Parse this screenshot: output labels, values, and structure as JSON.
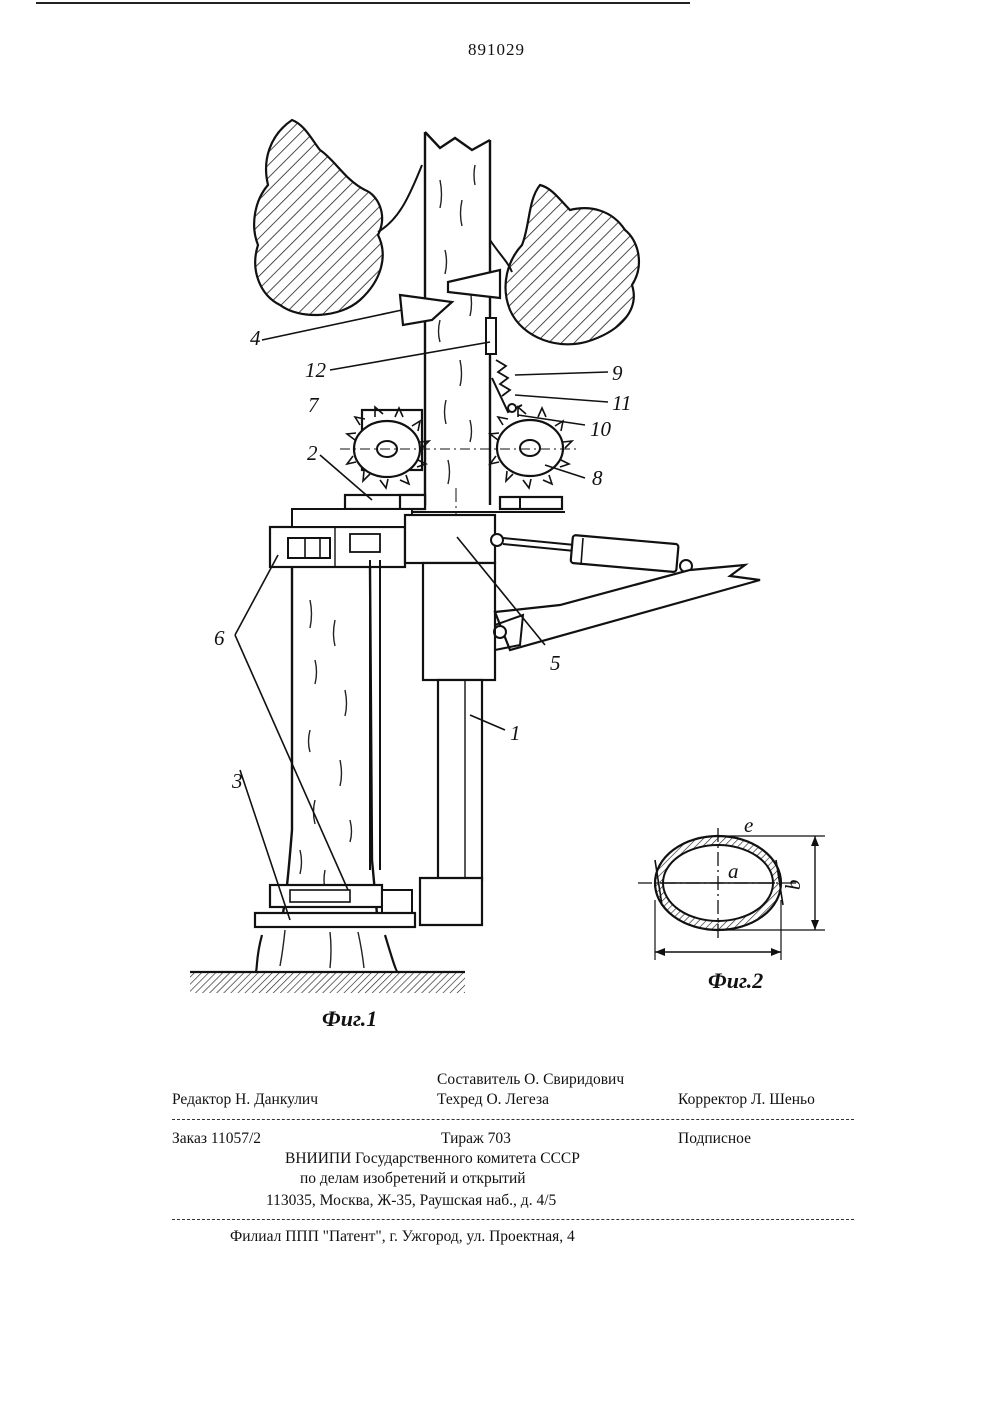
{
  "header": {
    "patent_number": "891029"
  },
  "figure1": {
    "caption": "Фиг.1",
    "labels": [
      "4",
      "12",
      "9",
      "11",
      "7",
      "10",
      "2",
      "8",
      "6",
      "5",
      "1",
      "3"
    ]
  },
  "figure2": {
    "caption": "Фиг.2",
    "labels": [
      "e",
      "a",
      "b"
    ]
  },
  "imprint": {
    "compiler": "Составитель О. Свиридович",
    "editor": "Редактор Н. Данкулич",
    "techred": "Техред О. Легеза",
    "corrector": "Корректор Л. Шеньо",
    "order": "Заказ 11057/2",
    "circulation": "Тираж 703",
    "subscription": "Подписное",
    "org_line1": "ВНИИПИ Государственного комитета СССР",
    "org_line2": "по делам изобретений и открытий",
    "org_line3": "113035, Москва, Ж-35, Раушская наб., д. 4/5",
    "branch": "Филиал ППП \"Патент\", г. Ужгород, ул. Проектная, 4"
  }
}
